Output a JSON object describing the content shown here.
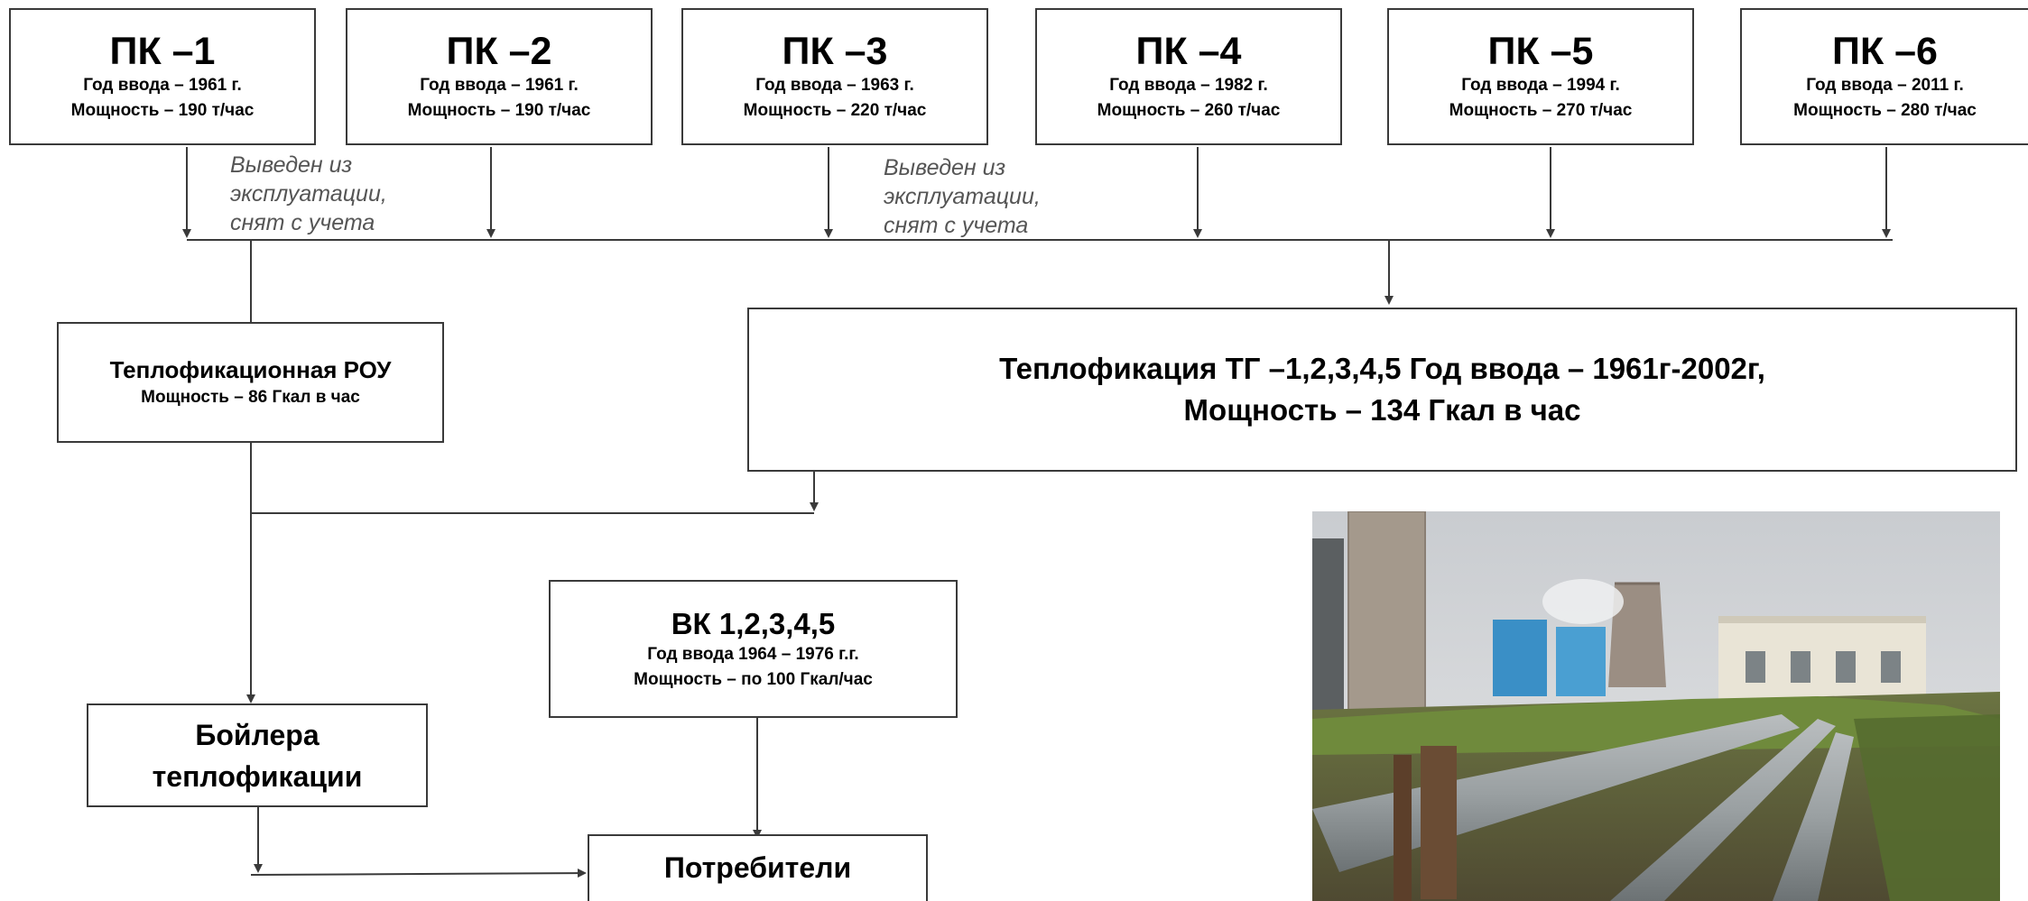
{
  "boilers": [
    {
      "title": "ПК –1",
      "year": "Год ввода – 1961 г.",
      "power": "Мощность – 190 т/час"
    },
    {
      "title": "ПК –2",
      "year": "Год ввода – 1961 г.",
      "power": "Мощность – 190 т/час"
    },
    {
      "title": "ПК –3",
      "year": "Год ввода – 1963 г.",
      "power": "Мощность – 220 т/час"
    },
    {
      "title": "ПК –4",
      "year": "Год ввода – 1982 г.",
      "power": "Мощность – 260 т/час"
    },
    {
      "title": "ПК –5",
      "year": "Год ввода – 1994 г.",
      "power": "Мощность – 270 т/час"
    },
    {
      "title": "ПК –6",
      "year": "Год ввода – 2011 г.",
      "power": "Мощность – 280 т/час"
    }
  ],
  "notes": [
    {
      "line1": "Выведен из",
      "line2": "эксплуатации,",
      "line3": "снят с учета"
    },
    {
      "line1": "Выведен из",
      "line2": "эксплуатации,",
      "line3": "снят с учета"
    }
  ],
  "rou": {
    "title": "Теплофикационная РОУ",
    "power": "Мощность – 86 Гкал в час"
  },
  "tg": {
    "line1": "Теплофикация  ТГ –1,2,3,4,5  Год ввода – 1961г-2002г,",
    "line2": "Мощность – 134 Гкал в час"
  },
  "vk": {
    "title": "ВК 1,2,3,4,5",
    "year": "Год ввода 1964 – 1976 г.г.",
    "power": "Мощность – по 100 Гкал/час"
  },
  "boilers_heat": {
    "line1": "Бойлера",
    "line2": "теплофикации"
  },
  "consumers": {
    "label": "Потребители"
  },
  "colors": {
    "line": "#3a3a3a",
    "note": "#555555"
  },
  "photo": {
    "icon": "industrial-pipeline-photo"
  }
}
